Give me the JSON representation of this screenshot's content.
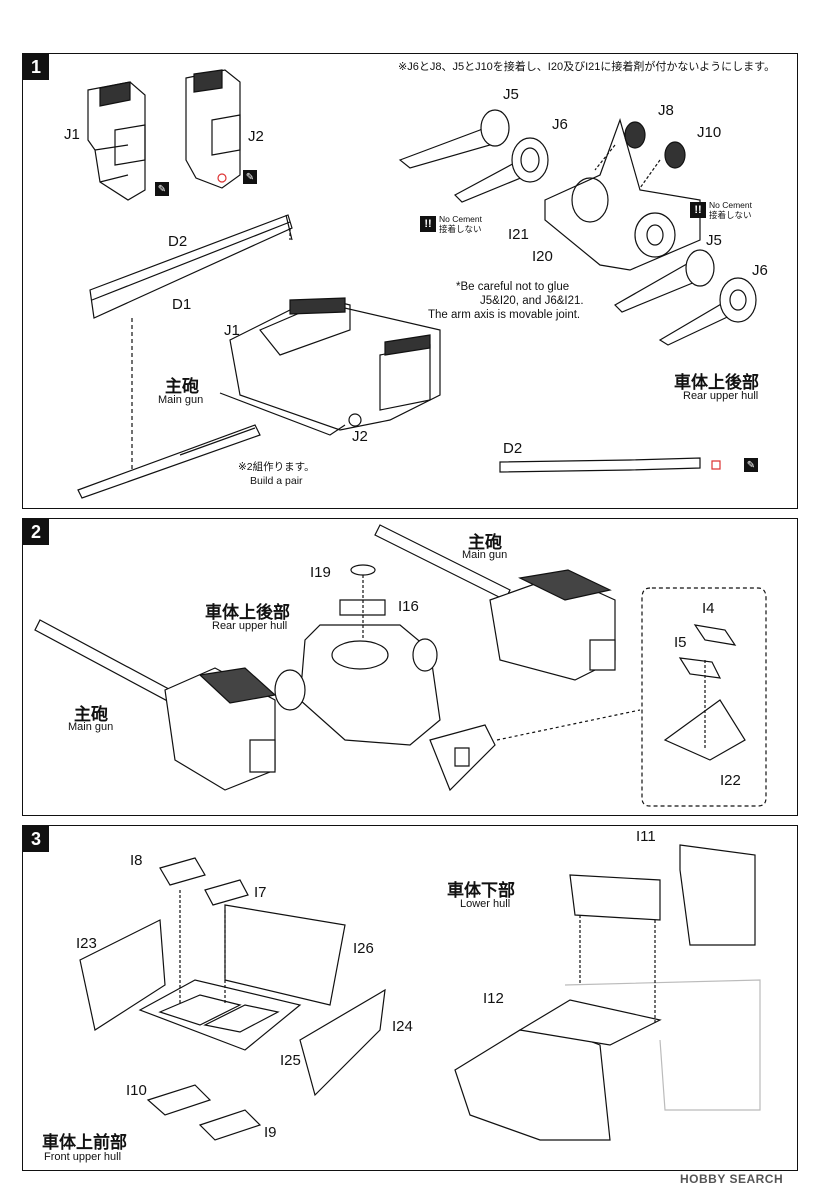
{
  "step1": {
    "number": "1",
    "note_top_jp": "※J6とJ8、J5とJ10を接着し、I20及びI21に接着剤が付かないようにします。",
    "labels": {
      "j1_top": "J1",
      "j2_top": "J2",
      "d2": "D2",
      "d1": "D1",
      "j1_box": "J1",
      "j2_box": "J2",
      "j5_top": "J5",
      "j6_top": "J6",
      "j8": "J8",
      "j10": "J10",
      "i21": "I21",
      "i20": "I20",
      "j5_right": "J5",
      "j6_right": "J6",
      "d2_bottom": "D2"
    },
    "no_cement_en": "No Cement",
    "no_cement_jp": "接着しない",
    "caution_en": [
      "*Be careful not to glue",
      "J5&I20, and J6&I21.",
      "The arm axis is movable joint."
    ],
    "main_gun_jp": "主砲",
    "main_gun_en": "Main gun",
    "build_pair_jp": "※2組作ります。",
    "build_pair_en": "Build a pair",
    "rear_upper_hull_jp": "車体上後部",
    "rear_upper_hull_en": "Rear upper hull"
  },
  "step2": {
    "number": "2",
    "labels": {
      "i19": "I19",
      "i16": "I16",
      "i4": "I4",
      "i5": "I5",
      "i22": "I22"
    },
    "main_gun_jp": "主砲",
    "main_gun_en": "Main gun",
    "rear_upper_hull_jp": "車体上後部",
    "rear_upper_hull_en": "Rear upper hull"
  },
  "step3": {
    "number": "3",
    "labels": {
      "i8": "I8",
      "i7": "I7",
      "i23": "I23",
      "i26": "I26",
      "i24": "I24",
      "i25": "I25",
      "i10": "I10",
      "i9": "I9",
      "i11": "I11",
      "i12": "I12"
    },
    "front_upper_hull_jp": "車体上前部",
    "front_upper_hull_en": "Front upper hull",
    "lower_hull_jp": "車体下部",
    "lower_hull_en": "Lower hull"
  },
  "footer": "HOBBY SEARCH"
}
